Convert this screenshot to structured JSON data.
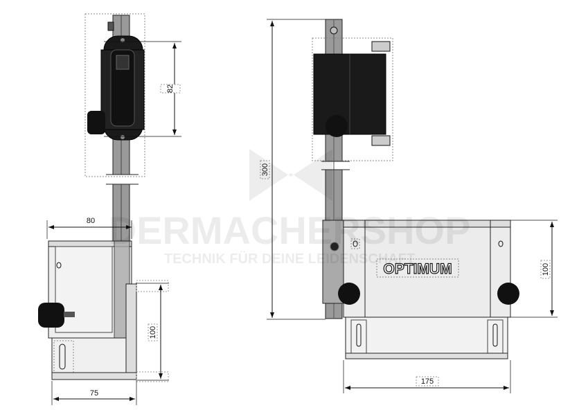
{
  "drawing": {
    "dimensions": {
      "top_view_height": "82",
      "side_width_top": "80",
      "side_height": "100",
      "side_depth": "75",
      "front_total_height": "300",
      "front_box_height": "100",
      "front_width": "175"
    },
    "brand_label": "OPTIMUM",
    "watermark": {
      "title": "DERMACHERSHOP",
      "tagline": "TECHNIK FÜR DEINE LEIDENSCHAFT"
    },
    "colors": {
      "line": "#111111",
      "part_dark": "#1a1a1a",
      "rail": "#9a9a9a",
      "body": "#e8e8e8"
    }
  }
}
